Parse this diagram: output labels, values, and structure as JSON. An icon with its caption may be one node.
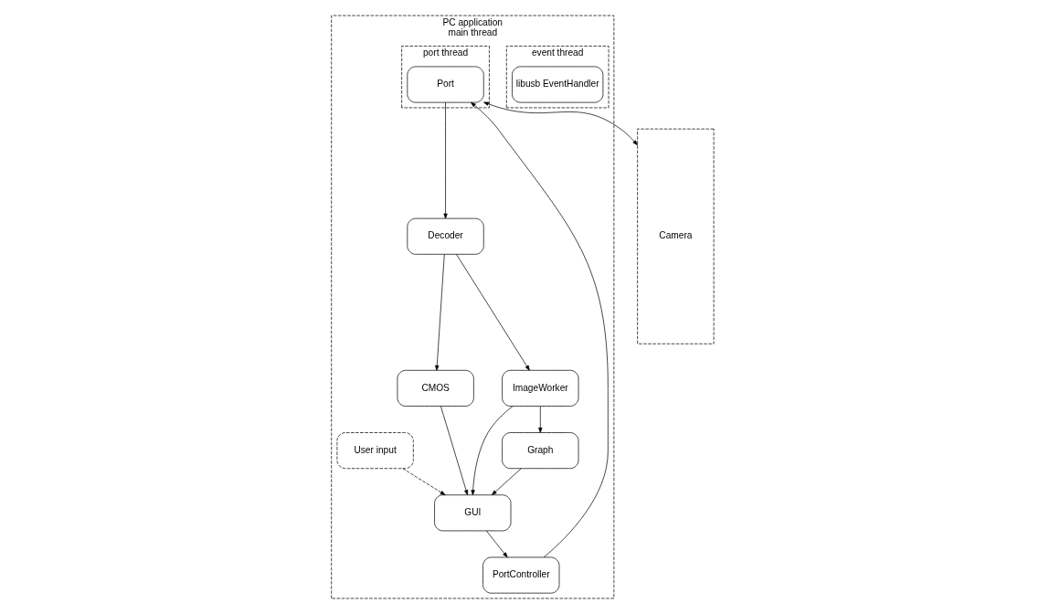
{
  "diagram": {
    "nodes": [
      {
        "text": [
          "PC application",
          "main thread"
        ]
      },
      {
        "text": [
          "event thread"
        ],
        "in": 0
      },
      {
        "text": [
          "port thread"
        ],
        "in": 0
      },
      {
        "text": [
          "Camera"
        ]
      },
      {
        "text": [
          "User input"
        ],
        "in": 0
      },
      {
        "text": [
          "CMOS"
        ],
        "in": 0
      },
      {
        "text": [
          "GUI"
        ],
        "in": 0
      },
      {
        "text": [
          "Decoder"
        ],
        "in": 0
      },
      {
        "text": [
          "ImageWorker"
        ],
        "in": 0
      },
      {
        "text": [
          "Graph"
        ],
        "in": 0
      },
      {
        "text": [
          "PortController"
        ],
        "in": 0
      },
      {
        "text": [
          "libusb EventHandler"
        ],
        "in": 1
      },
      {
        "text": [
          "Port"
        ],
        "in": 2
      }
    ],
    "edges": [
      {
        "from": 5,
        "to": 6,
        "arrow": "to"
      },
      {
        "from": 4,
        "to": 6,
        "arrow": "to",
        "style": "dashed"
      },
      {
        "from": 7,
        "to": 5,
        "arrow": "to"
      },
      {
        "from": 12,
        "to": 7,
        "arrow": "to"
      },
      {
        "from": 7,
        "to": 8,
        "arrow": "to"
      },
      {
        "from": 8,
        "to": 6,
        "arrow": "to"
      },
      {
        "from": 8,
        "to": 9,
        "arrow": "to"
      },
      {
        "from": 9,
        "to": 6,
        "arrow": "to"
      },
      {
        "from": 6,
        "to": 10,
        "arrow": "to"
      },
      {
        "from": 10,
        "to": 12,
        "arrow": "to"
      },
      {
        "from": 12,
        "to": 3,
        "arrow": "both"
      }
    ]
  }
}
